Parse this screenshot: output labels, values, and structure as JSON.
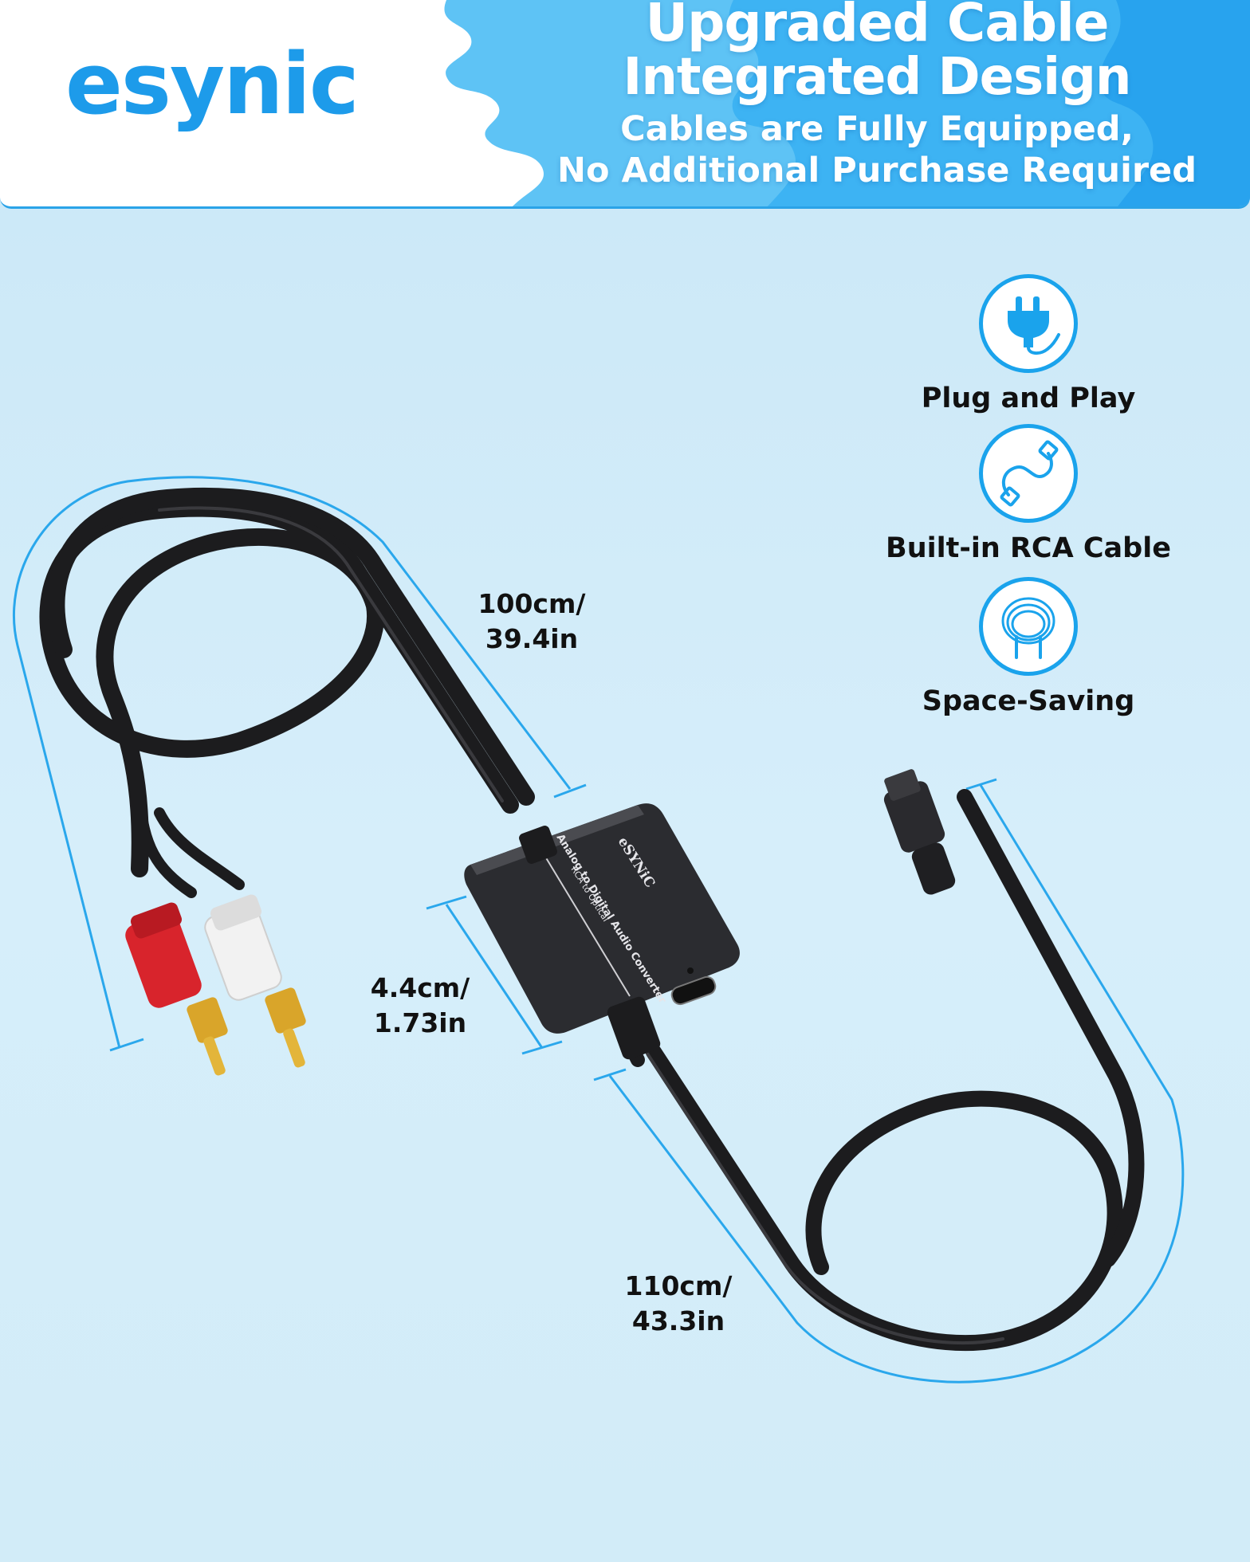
{
  "brand": {
    "logo_text": "esynic"
  },
  "headline": {
    "line1": "Upgraded Cable",
    "line2": "Integrated Design",
    "line3": "Cables are Fully Equipped,",
    "line4": "No Additional Purchase Required"
  },
  "features": [
    {
      "icon": "plug-icon",
      "label": "Plug and Play"
    },
    {
      "icon": "cable-icon",
      "label": "Built-in RCA Cable"
    },
    {
      "icon": "coiled-cable-icon",
      "label": "Space-Saving"
    }
  ],
  "dimensions": {
    "rca_cable": {
      "line1": "100cm/",
      "line2": "39.4in"
    },
    "device": {
      "line1": "4.4cm/",
      "line2": "1.73in"
    },
    "optical_cable": {
      "line1": "110cm/",
      "line2": "43.3in"
    }
  },
  "device": {
    "line1": "Analog to Digital Audio Converter",
    "line2": "RCA to Optical",
    "brand": "eSYNiC"
  },
  "colors": {
    "brand_blue": "#1d9bea",
    "background": "#cfeaf8",
    "rca_red": "#d8242c",
    "rca_white": "#f2f2f2",
    "gold": "#d9a52a"
  }
}
